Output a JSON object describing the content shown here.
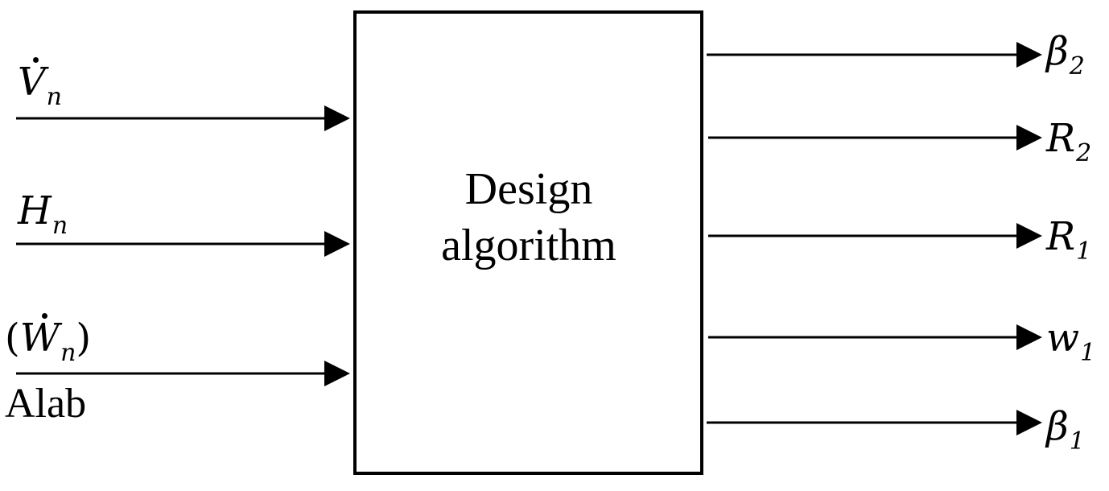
{
  "block": {
    "title_line1": "Design",
    "title_line2": "algorithm"
  },
  "inputs": [
    {
      "base": "V",
      "sub": "n",
      "dot": true
    },
    {
      "base": "H",
      "sub": "n",
      "dot": false
    },
    {
      "base": "W",
      "sub": "n",
      "dot": true,
      "parenthesized": true,
      "note": "Alab"
    }
  ],
  "outputs": [
    {
      "base": "β",
      "sub": "2"
    },
    {
      "base": "R",
      "sub": "2"
    },
    {
      "base": "R",
      "sub": "1"
    },
    {
      "base": "w",
      "sub": "1"
    },
    {
      "base": "β",
      "sub": "1"
    }
  ],
  "colors": {
    "stroke": "#000000",
    "background": "#ffffff"
  }
}
